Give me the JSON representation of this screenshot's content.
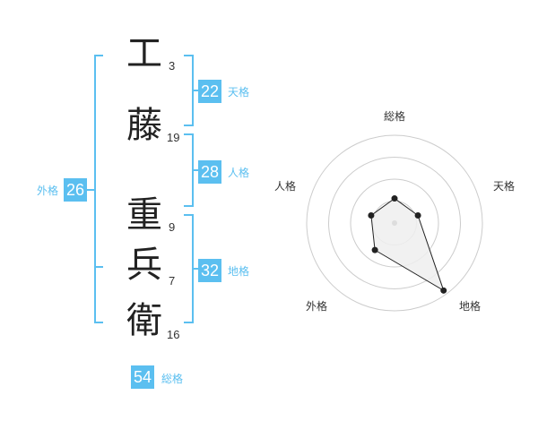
{
  "name": {
    "chars": [
      {
        "char": "工",
        "strokes": "3"
      },
      {
        "char": "藤",
        "strokes": "19"
      },
      {
        "char": "重",
        "strokes": "9"
      },
      {
        "char": "兵",
        "strokes": "7"
      },
      {
        "char": "衛",
        "strokes": "16"
      }
    ]
  },
  "fortunes": {
    "tenkaku": {
      "value": "22",
      "label": "天格"
    },
    "jinkaku": {
      "value": "28",
      "label": "人格"
    },
    "chikaku": {
      "value": "32",
      "label": "地格"
    },
    "gaikaku": {
      "value": "26",
      "label": "外格"
    },
    "soukaku": {
      "value": "54",
      "label": "総格"
    }
  },
  "radar": {
    "axes": [
      "総格",
      "天格",
      "地格",
      "外格",
      "人格"
    ],
    "values": [
      0.28,
      0.28,
      0.95,
      0.38,
      0.28
    ]
  },
  "colors": {
    "accent": "#5bbff0",
    "ring": "#cccccc",
    "fill": "#eeeeee",
    "line": "#222222"
  }
}
